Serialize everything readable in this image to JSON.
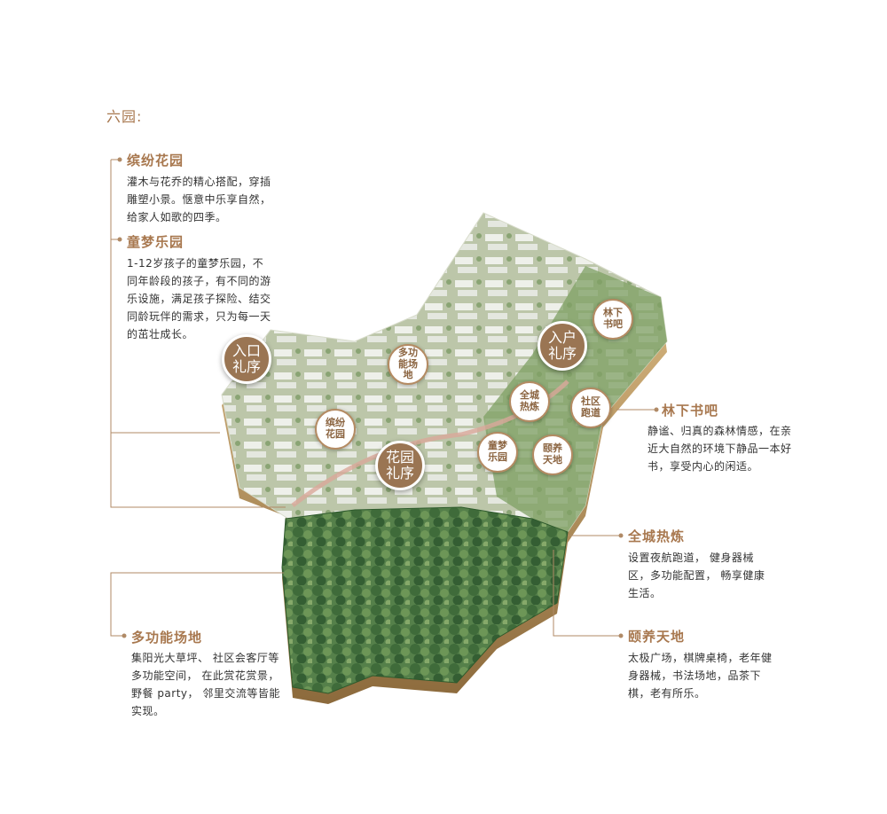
{
  "heading": "六园:",
  "sections": {
    "garden": {
      "title": "缤纷花园",
      "desc": "灌木与花乔的精心搭配，穿插雕塑小景。惬意中乐享自然，给家人如歌的四季。"
    },
    "kids": {
      "title": "童梦乐园",
      "desc": "1-12岁孩子的童梦乐园，不同年龄段的孩子，有不同的游乐设施，满足孩子探险、结交同龄玩伴的需求，只为每一天的茁壮成长。"
    },
    "forest_bar": {
      "title": "林下书吧",
      "desc": "静谧、归真的森林情感，在亲近大自然的环境下静品一本好书，享受内心的闲适。"
    },
    "fitness": {
      "title": "全城热炼",
      "desc": "设置夜航跑道， 健身器械区，多功能配置， 畅享健康生活。"
    },
    "multi": {
      "title": "多功能场地",
      "desc": "集阳光大草坪、 社区会客厅等多功能空间， 在此赏花赏景，野餐 party， 邻里交流等皆能实现。"
    },
    "elder": {
      "title": "颐养天地",
      "desc": "太极广场，棋牌桌椅，老年健身器械，书法场地，品茶下棋，老有所乐。"
    }
  },
  "bubbles": {
    "entrance": "入口礼序",
    "home_entry": "入户礼序",
    "garden_ritual": "花园礼序",
    "multi_field": "多功能场地",
    "forest_bar": "林下书吧",
    "city_fitness": "全城热炼",
    "running": "社区跑道",
    "colorful_garden": "缤纷花园",
    "kids_park": "童梦乐园",
    "elder_land": "颐养天地"
  },
  "colors": {
    "accent": "#a8784f",
    "bubble_fill": "#9a7553",
    "line": "#b08a66",
    "forest": "#4f7a45",
    "residential": "#b9c3a6",
    "base_edge": "#c9a26a"
  }
}
